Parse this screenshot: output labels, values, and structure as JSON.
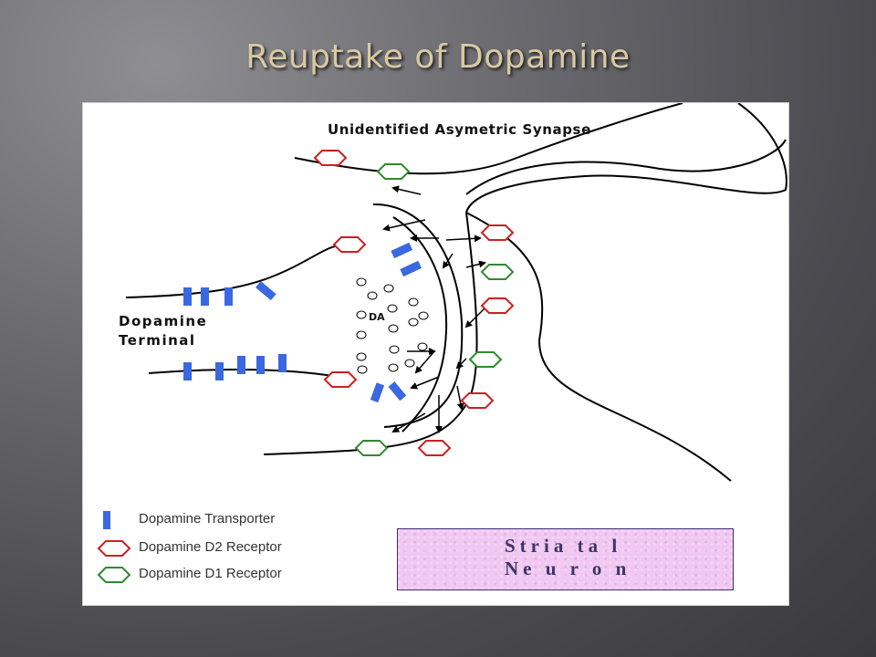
{
  "slide": {
    "title": "Reuptake of Dopamine"
  },
  "diagram": {
    "synapse_label": "Unidentified Asymetric Synapse",
    "terminal_label_line1": "Dopamine",
    "terminal_label_line2": "Terminal",
    "da_label": "DA",
    "striatal_line1": "Stria ta l",
    "striatal_line2": "Ne u r o n"
  },
  "legend": {
    "transporter": "Dopamine Transporter",
    "d2": "Dopamine D2 Receptor",
    "d1": "Dopamine D1 Receptor"
  },
  "colors": {
    "transporter": "#3a68e0",
    "d2_receptor": "#cc2020",
    "d1_receptor": "#2e8b2e",
    "striatal_fill": "#f1c8f2"
  }
}
